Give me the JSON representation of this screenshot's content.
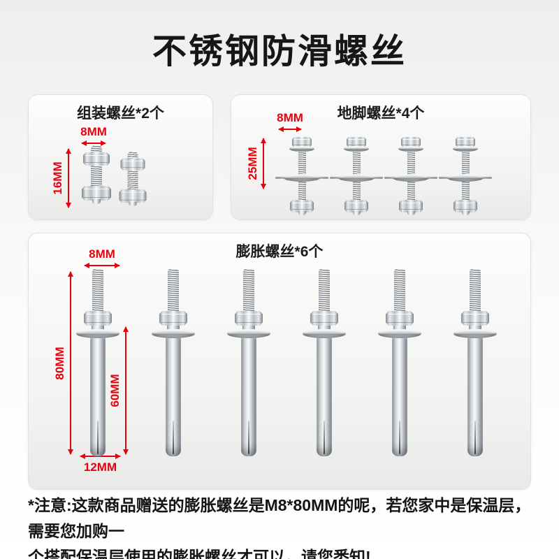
{
  "page": {
    "title": "不锈钢防滑螺丝",
    "note_line1": "*注意:这款商品赠送的膨胀螺丝是M8*80MM的呢，若您家中是保温层，需要您加购一",
    "note_line2": "个搭配保温层使用的膨胀螺丝才可以，请您悉知!"
  },
  "panels": {
    "assembly": {
      "label": "组装螺丝*2个",
      "dim_width": "8MM",
      "dim_height": "16MM"
    },
    "anchor": {
      "label": "地脚螺丝*4个",
      "dim_width": "8MM",
      "dim_height": "25MM"
    },
    "expansion": {
      "label": "膨胀螺丝*6个",
      "dim_stud_width": "8MM",
      "dim_total_height": "80MM",
      "dim_sleeve_height": "60MM",
      "dim_sleeve_width": "12MM"
    }
  },
  "colors": {
    "accent_red": "#e8000d",
    "text_black": "#141414"
  }
}
